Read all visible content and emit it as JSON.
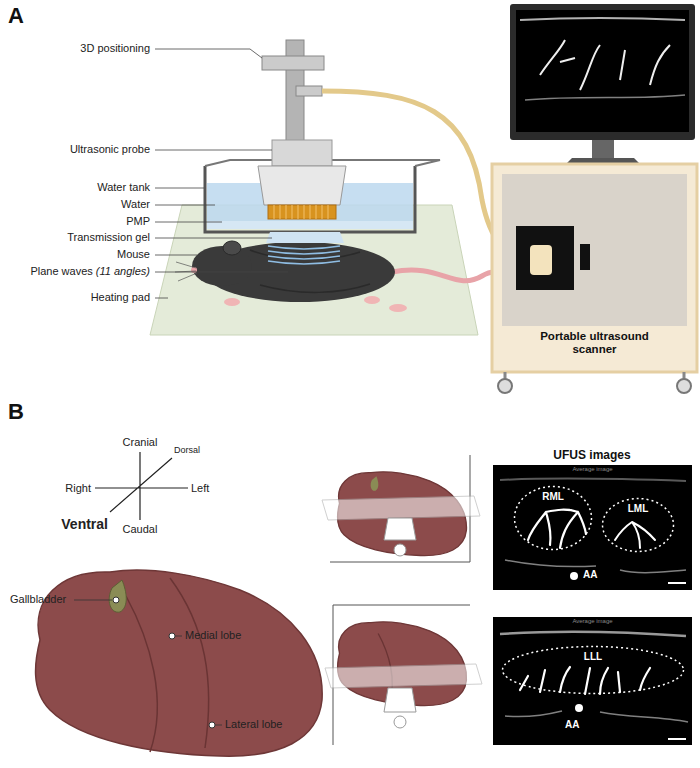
{
  "diagram": {
    "nodes": [
      {
        "text": [
          "Portable ultrasound scanner"
        ]
      },
      {
        "text": [
          "Average image",
          "AA"
        ]
      },
      {
        "text": [
          "RML"
        ],
        "in": 1
      },
      {
        "text": [
          "LML"
        ],
        "in": 1
      },
      {
        "text": [
          "Average image",
          "AA"
        ]
      },
      {
        "text": [
          "LLL"
        ],
        "in": 4
      }
    ],
    "labels": [
      "A",
      "3D positioning",
      "Ultrasonic probe",
      "Water tank",
      "Water",
      "PMP",
      "Transmission gel",
      "Mouse",
      "Plane waves",
      "(11 angles)",
      "Heating pad",
      "B",
      "Cranial",
      "Dorsal",
      "Right",
      "Left",
      "Ventral",
      "Caudal",
      "Gallbladder",
      "Medial lobe",
      "Lateral lobe",
      "UFUS images"
    ]
  }
}
